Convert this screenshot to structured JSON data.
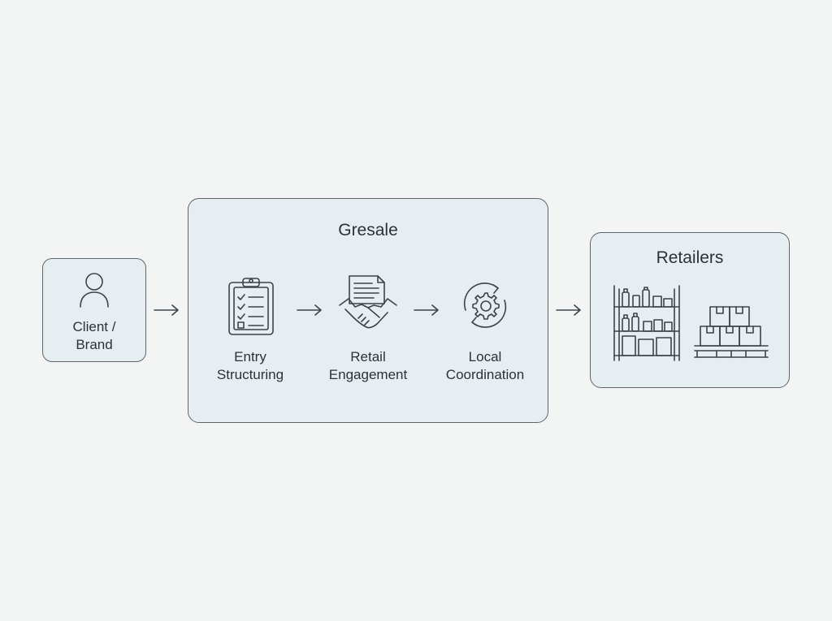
{
  "diagram": {
    "client": {
      "label_line1": "Client /",
      "label_line2": "Brand",
      "icon": "person-icon"
    },
    "gresale": {
      "title": "Gresale",
      "steps": [
        {
          "line1": "Entry",
          "line2": "Structuring",
          "icon": "clipboard-checklist-icon"
        },
        {
          "line1": "Retail",
          "line2": "Engagement",
          "icon": "handshake-document-icon"
        },
        {
          "line1": "Local",
          "line2": "Coordination",
          "icon": "gear-cycle-icon"
        }
      ]
    },
    "retailers": {
      "title": "Retailers",
      "icons": [
        "store-shelf-icon",
        "boxes-pallet-icon"
      ]
    },
    "arrows": [
      "arrow-right-icon",
      "arrow-right-icon",
      "arrow-right-icon",
      "arrow-right-icon"
    ],
    "colors": {
      "background": "#f3f4f4",
      "box_fill": "#e6eef2",
      "box_stroke": "#5d666d",
      "text": "#2b3238",
      "icon_stroke": "#3c444a"
    }
  }
}
